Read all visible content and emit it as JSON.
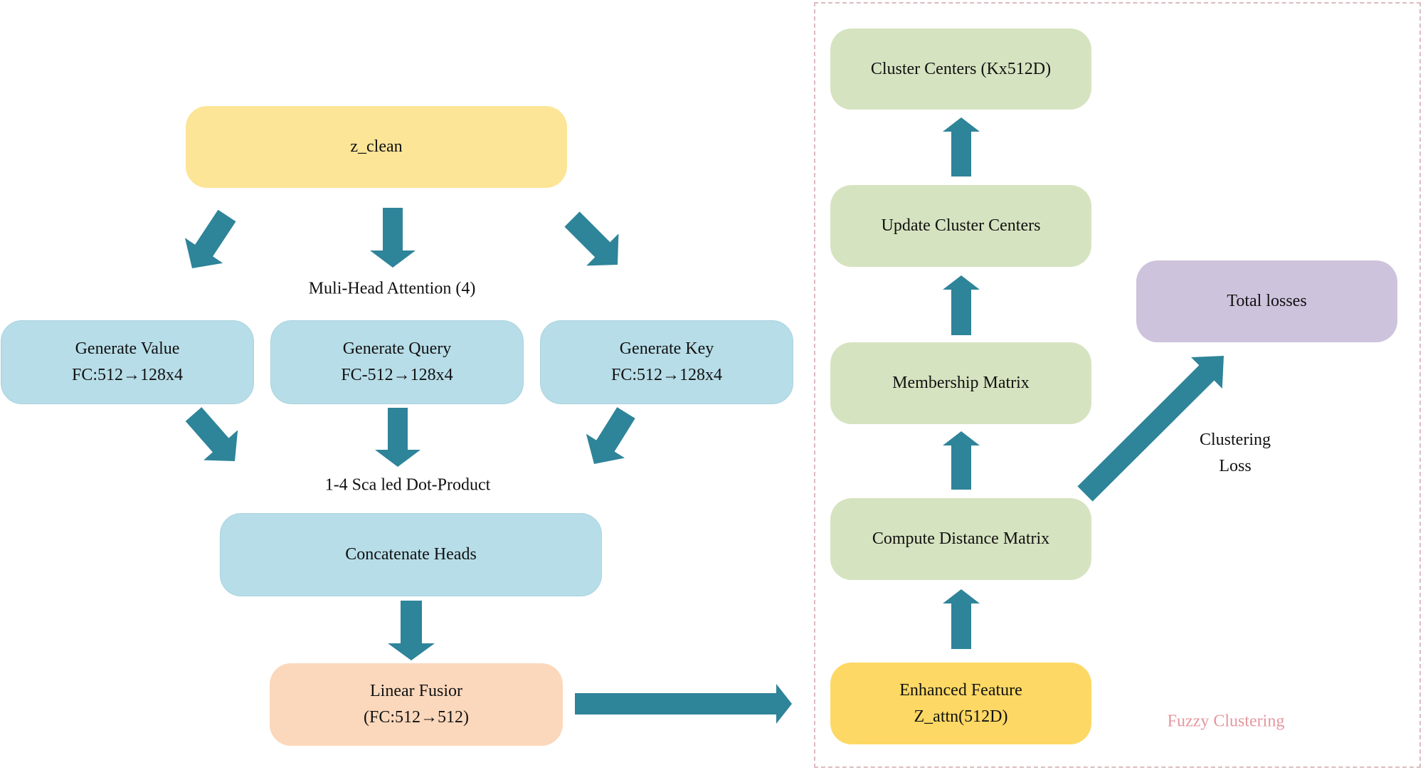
{
  "colors": {
    "arrow": "#2e8499",
    "blue_box": "#b7dde8",
    "input_box": "#fde597",
    "fusion_box": "#fbd8bc",
    "cluster_box": "#d6e3c0",
    "feature_box": "#fdd864",
    "loss_box": "#cec3dc",
    "group_border": "#dcbcc0",
    "group_label": "#e4979e"
  },
  "attention": {
    "input": "z_clean",
    "multihead_label": "Muli-Head Attention (4)",
    "value": {
      "title": "Generate Value",
      "detail": "FC:512→128x4"
    },
    "query": {
      "title": "Generate Query",
      "detail": "FC-512→128x4"
    },
    "key": {
      "title": "Generate Key",
      "detail": "FC:512→128x4"
    },
    "dot_product_label": "1-4 Sca led Dot-Product",
    "concat": "Concatenate Heads",
    "fusion": {
      "title": "Linear Fusior",
      "detail": "(FC:512→512)"
    }
  },
  "clustering": {
    "group_label": "Fuzzy Clustering",
    "cluster_centers": "Cluster Centers (Kx512D)",
    "update_centers": "Update Cluster Centers",
    "membership": "Membership Matrix",
    "distance": "Compute Distance Matrix",
    "enhanced": {
      "title": "Enhanced Feature",
      "detail": "Z_attn(512D)"
    },
    "total_losses": "Total losses",
    "loss_label_line1": "Clustering",
    "loss_label_line2": "Loss"
  }
}
